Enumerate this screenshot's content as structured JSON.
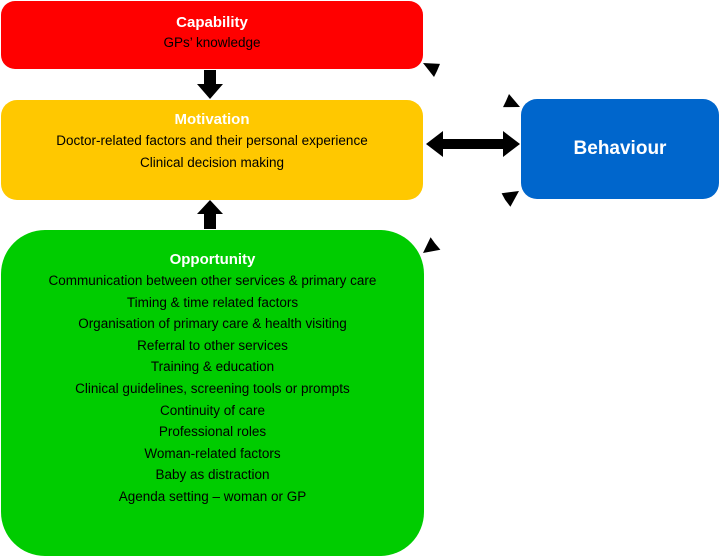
{
  "capability": {
    "title": "Capability",
    "items": [
      "GPs’ knowledge"
    ],
    "color": "#ff0000"
  },
  "motivation": {
    "title": "Motivation",
    "items": [
      "Doctor-related factors and their personal experience",
      "Clinical decision making"
    ],
    "color": "#ffc800"
  },
  "opportunity": {
    "title": "Opportunity",
    "items": [
      "Communication between other services & primary care",
      "Timing & time related factors",
      "Organisation of primary care & health visiting",
      "Referral to other services",
      "Training & education",
      "Clinical guidelines, screening tools or prompts",
      "Continuity of care",
      "Professional roles",
      "Woman-related factors",
      "Baby as distraction",
      "Agenda setting – woman or GP"
    ],
    "color": "#00cc00"
  },
  "behaviour": {
    "title": "Behaviour",
    "color": "#0066cc"
  }
}
